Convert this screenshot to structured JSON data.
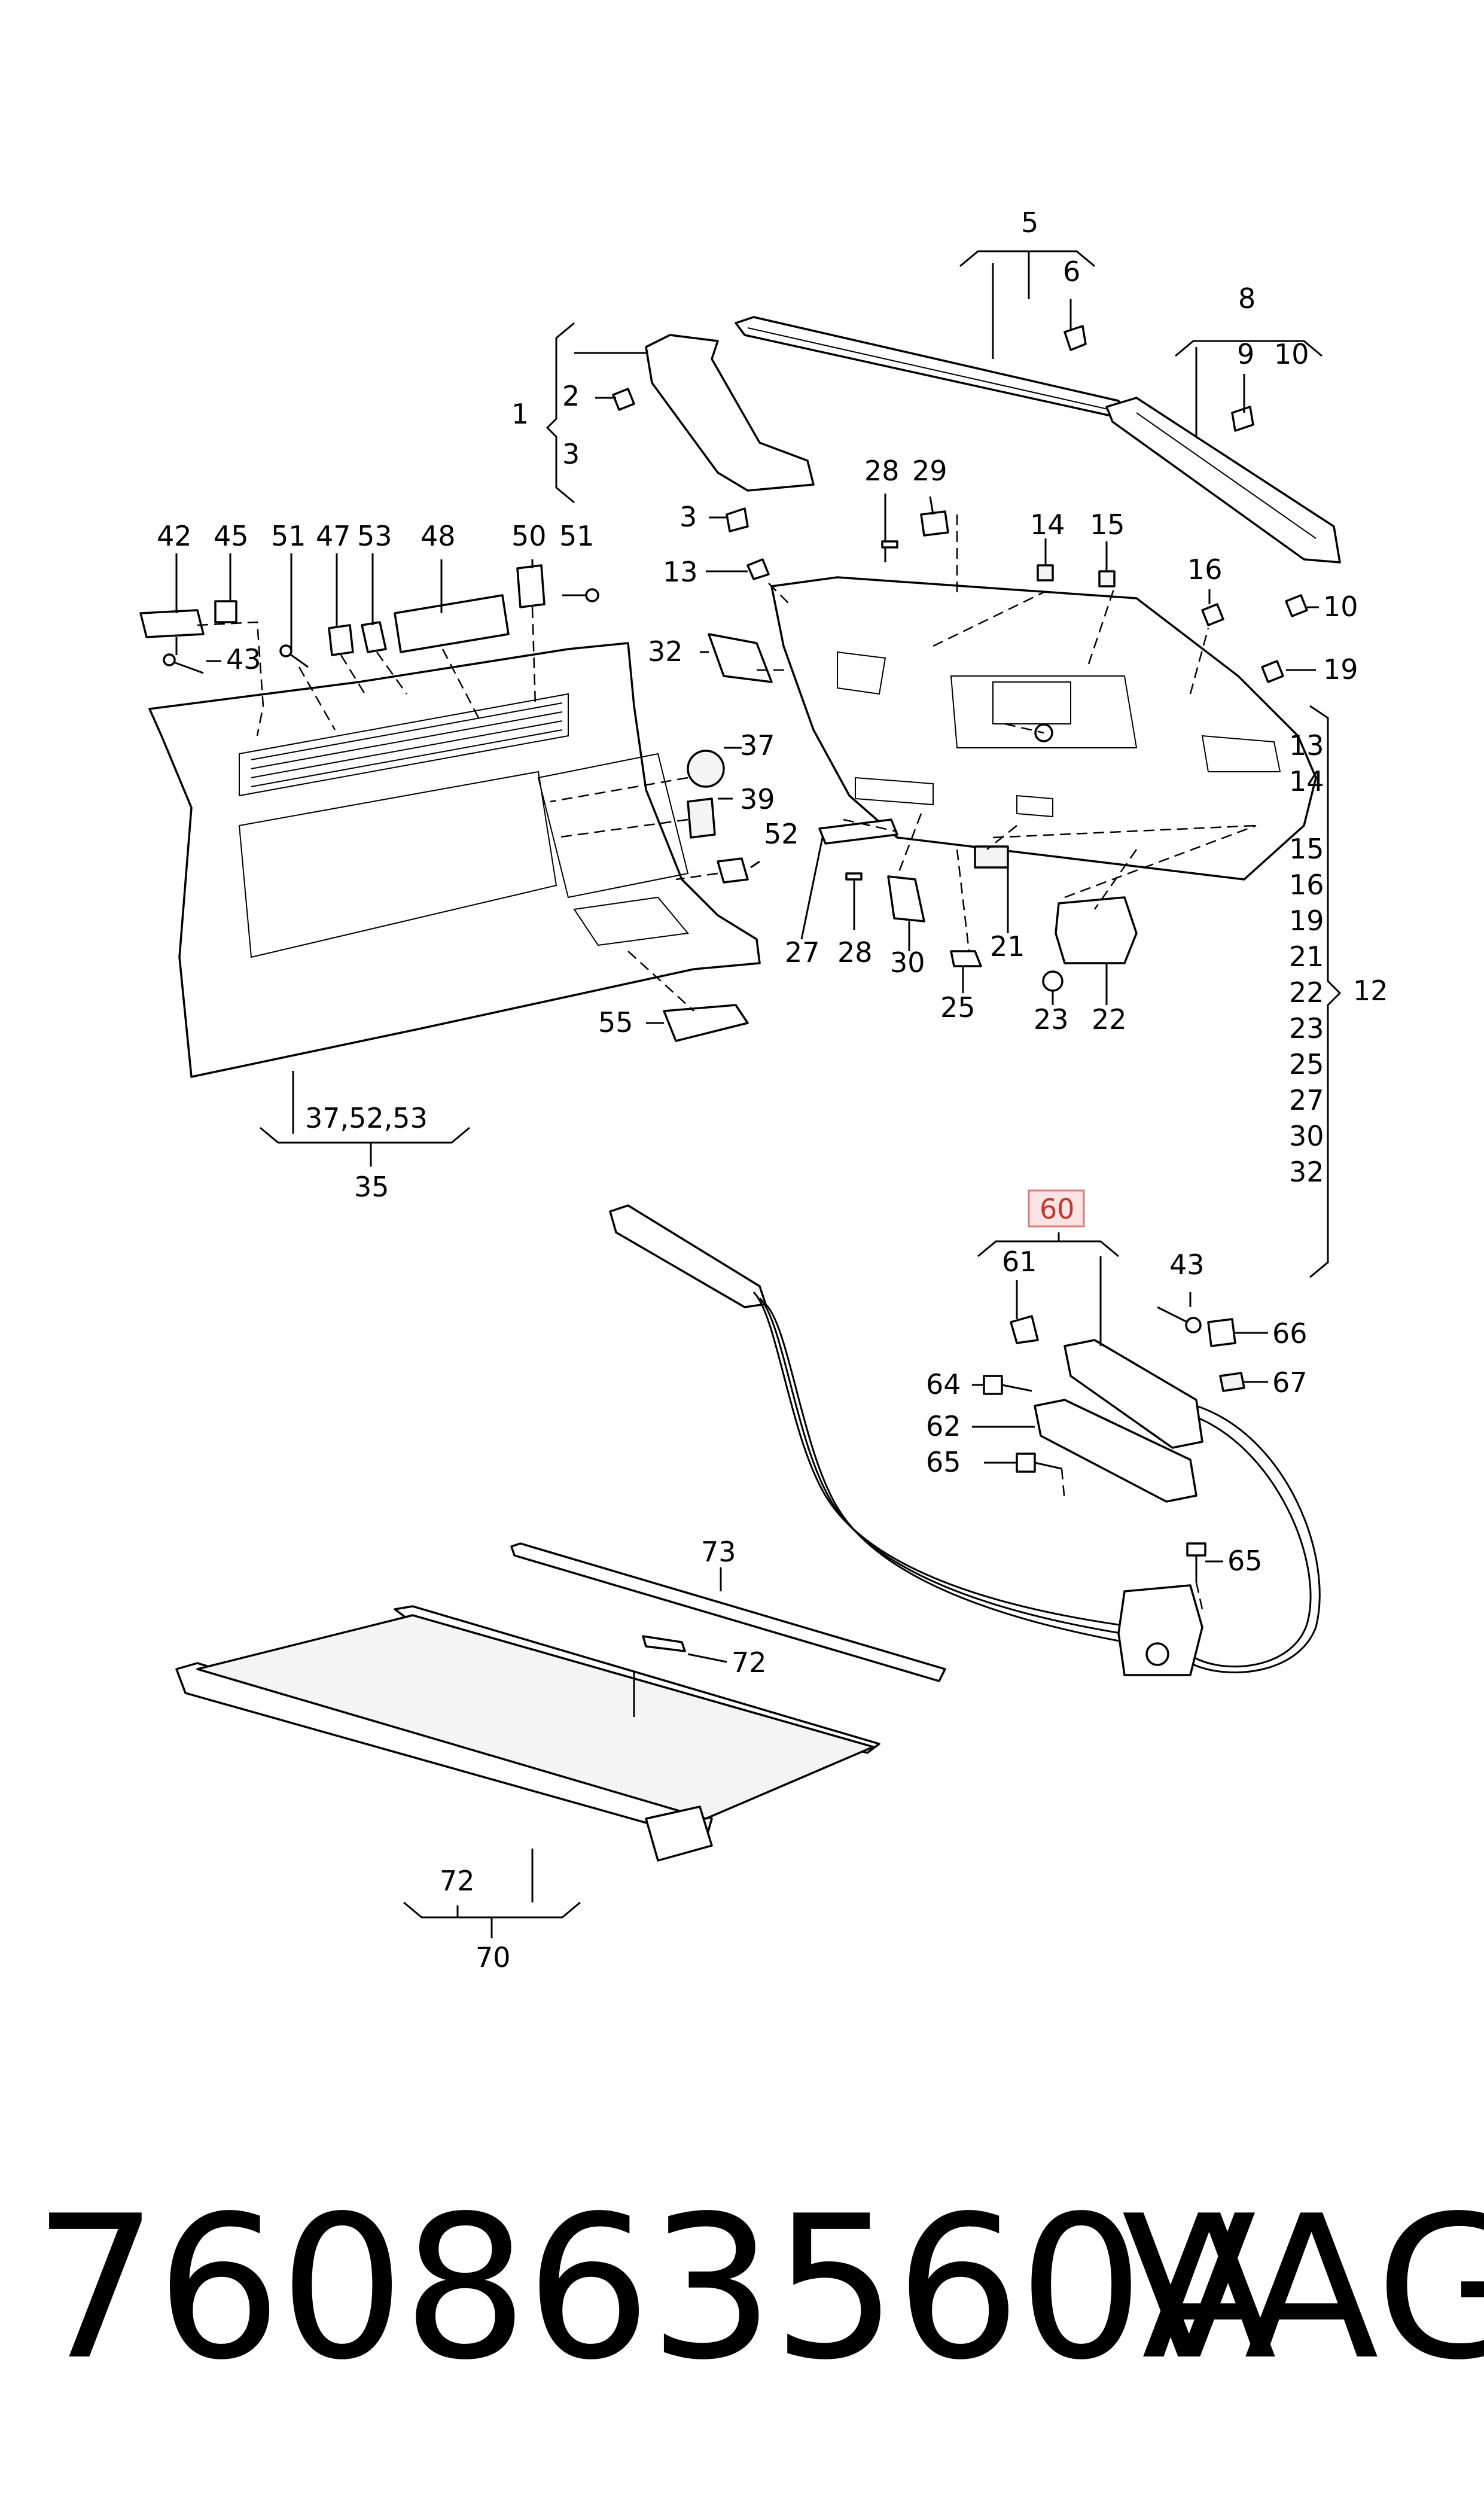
{
  "part_labels": {
    "l5": "5",
    "l6": "6",
    "l8": "8",
    "l9": "9",
    "l10a": "10",
    "l1": "1",
    "l2": "2",
    "l3a": "3",
    "l3b": "3",
    "l28a": "28",
    "l29": "29",
    "l14a": "14",
    "l15a": "15",
    "l13a": "13",
    "l16a": "16",
    "l10b": "10",
    "l19a": "19",
    "l42": "42",
    "l45": "45",
    "l51a": "51",
    "l47": "47",
    "l53": "53",
    "l48": "48",
    "l50": "50",
    "l51b": "51",
    "l43a": "43",
    "l32a": "32",
    "l37": "37",
    "l39": "39",
    "l52": "52",
    "l27a": "27",
    "l28b": "28",
    "l30a": "30",
    "l21a": "21",
    "l25a": "25",
    "l23a": "23",
    "l22a": "22",
    "l55": "55",
    "l35": "35",
    "l60": "60",
    "l61": "61",
    "l43b": "43",
    "l66": "66",
    "l64": "64",
    "l67": "67",
    "l62": "62",
    "l65a": "65",
    "l65b": "65",
    "l73": "73",
    "l72a": "72",
    "l72b": "72",
    "l70": "70",
    "l12": "12"
  },
  "group_labels": {
    "trim_group": "37,52,53"
  },
  "part_12_contents": [
    "13",
    "14",
    "15",
    "16",
    "19",
    "21",
    "22",
    "23",
    "25",
    "27",
    "30",
    "32"
  ],
  "highlighted_part": "60",
  "colors": {
    "highlight_border": "#e07a7a",
    "highlight_fill": "#fbe4e4",
    "highlight_text": "#c0392b"
  },
  "footer": {
    "part_number": "760863560A",
    "brand": "VAG"
  }
}
